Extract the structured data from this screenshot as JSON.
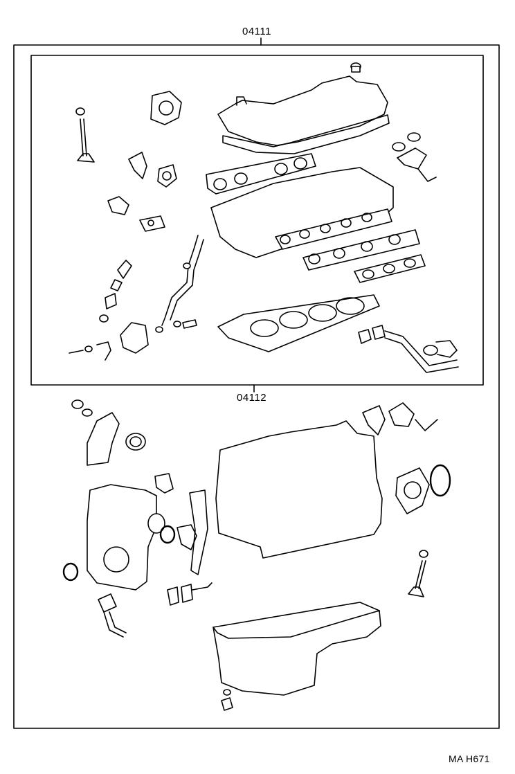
{
  "labels": {
    "set_top": "04111",
    "set_bottom": "04112",
    "diagram_code": "MA  H671"
  }
}
